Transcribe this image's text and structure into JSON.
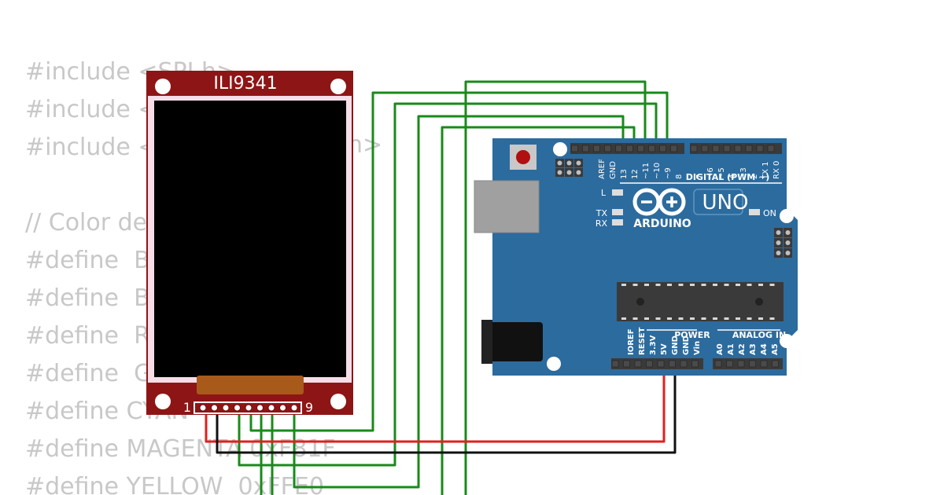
{
  "code_lines": [
    "#include <SPI.h>",
    "#include <",
    "#include <",
    "",
    "// Color de",
    "#define  B",
    "#define  B",
    "#define  R",
    "#define  G",
    "#define CYAN",
    "#define MAGENTA 0xF81F",
    "#define YELLOW  0xFFE0"
  ],
  "code_fragments": {
    "line3_tail": "h>"
  },
  "display": {
    "label": "ILI9341",
    "pin_first": "1",
    "pin_last": "9",
    "colors": {
      "pcb": "#8e1515",
      "screen": "#000000",
      "flex": "#a85a1a"
    }
  },
  "arduino": {
    "logo_text": "ARDUINO",
    "model": "UNO",
    "digital_header_label": "DIGITAL (PWM ~)",
    "power_label": "POWER",
    "analog_label": "ANALOG IN",
    "on_label": "ON",
    "led_labels": [
      "L",
      "TX",
      "RX"
    ],
    "top_pin_labels": [
      "AREF",
      "GND",
      "13",
      "12",
      "~11",
      "~10",
      "~9",
      "8",
      "7",
      "~6",
      "~5",
      "4",
      "~3",
      "2",
      "TX 1",
      "RX 0"
    ],
    "bottom_pin_labels": [
      "IOREF",
      "RESET",
      "3.3V",
      "5V",
      "GND",
      "GND",
      "Vin",
      "A0",
      "A1",
      "A2",
      "A3",
      "A4",
      "A5"
    ],
    "colors": {
      "board": "#2c6b9e",
      "header": "#3a3a3a"
    }
  },
  "wire_colors": {
    "signal": "#1a8a1a",
    "power": "#e02020",
    "ground": "#111111"
  }
}
